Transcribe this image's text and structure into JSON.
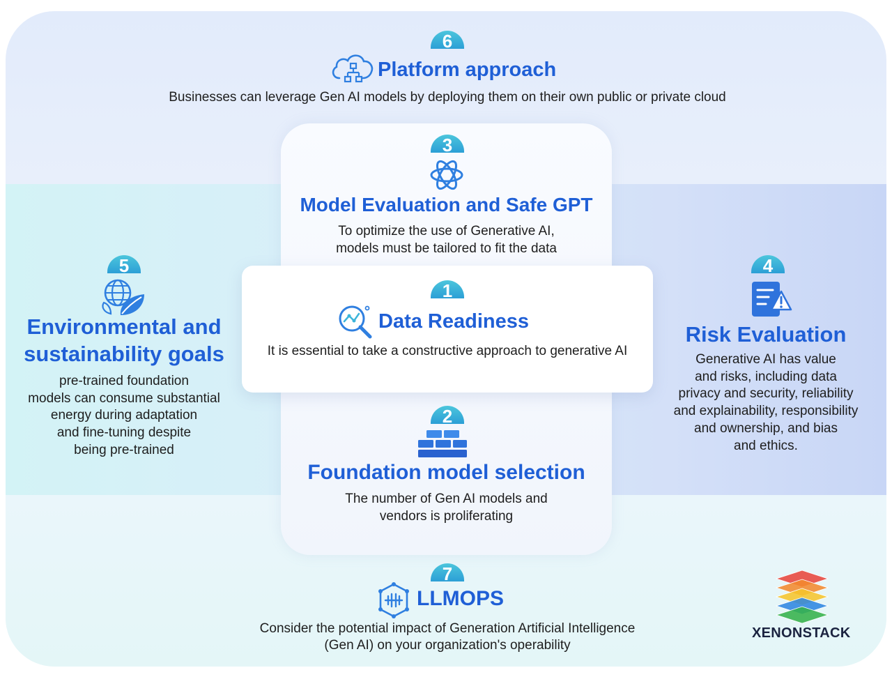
{
  "items": {
    "platform": {
      "number": "6",
      "title": "Platform approach",
      "desc": "Businesses can leverage Gen AI models by deploying them on their own public or private cloud"
    },
    "model_eval": {
      "number": "3",
      "title": "Model Evaluation and Safe GPT",
      "desc_line1": "To optimize the use of Generative AI,",
      "desc_line2": "models must be tailored to fit the data"
    },
    "data_readiness": {
      "number": "1",
      "title": "Data Readiness",
      "desc": "It is essential to take a constructive approach to generative AI"
    },
    "foundation": {
      "number": "2",
      "title": "Foundation model selection",
      "desc_line1": "The number of Gen AI models and",
      "desc_line2": "vendors is proliferating"
    },
    "environmental": {
      "number": "5",
      "title_line1": "Environmental and",
      "title_line2": "sustainability goals",
      "desc_lines": [
        "pre-trained foundation",
        "models can consume substantial",
        "energy during adaptation",
        "and fine-tuning despite",
        "being pre-trained"
      ]
    },
    "risk": {
      "number": "4",
      "title": "Risk Evaluation",
      "desc_lines": [
        "Generative AI has value",
        "and risks, including data",
        "privacy and security, reliability",
        "and explainability, responsibility",
        "and ownership, and bias",
        "and ethics."
      ]
    },
    "llmops": {
      "number": "7",
      "title": "LLMOPS",
      "desc_line1": "Consider the potential impact of Generation Artificial Intelligence",
      "desc_line2": "(Gen AI) on your organization's operability"
    }
  },
  "logo": {
    "name": "XENONSTACK",
    "layer_colors": [
      "#e8473c",
      "#f28a2e",
      "#f6c52c",
      "#2f86e0",
      "#36b24a"
    ]
  },
  "colors": {
    "title_blue": "#1f5fd6",
    "badge_cyan": "#3bb4da",
    "text_dark": "#1e1e1e"
  }
}
